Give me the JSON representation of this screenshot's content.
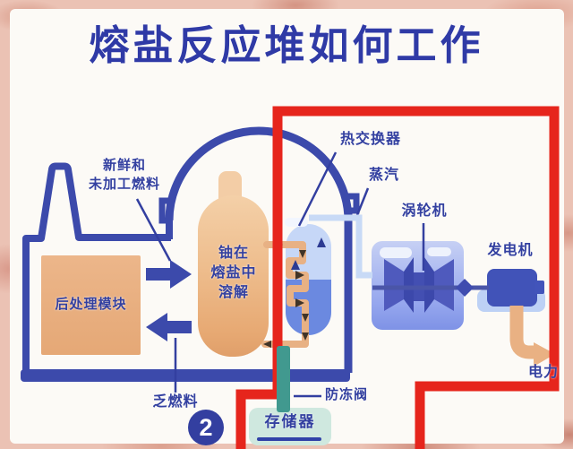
{
  "title": "熔盐反应堆如何工作",
  "palette": {
    "deep_blue": "#3240a8",
    "red_boundary": "#e6251c",
    "orange": "#e9b183",
    "teal_valve": "#41998f",
    "mint_storage": "#cfe8df",
    "light_blue": "#c6d7f7",
    "medium_blue": "#6b89e0",
    "pink_background": "#ebc2b4"
  },
  "diagram": {
    "labels": {
      "fresh_fuel_line1": "新鲜和",
      "fresh_fuel_line2": "未加工燃料",
      "reprocessing_module": "后处理模块",
      "reactor_line1": "铀在",
      "reactor_line2": "熔盐中",
      "reactor_line3": "溶解",
      "heat_exchanger": "热交换器",
      "steam": "蒸汽",
      "turbine": "涡轮机",
      "generator": "发电机",
      "spent_fuel": "乏燃料",
      "freeze_valve": "防冻阀",
      "storage": "存储器",
      "electricity": "电力"
    },
    "step_number": "2"
  }
}
